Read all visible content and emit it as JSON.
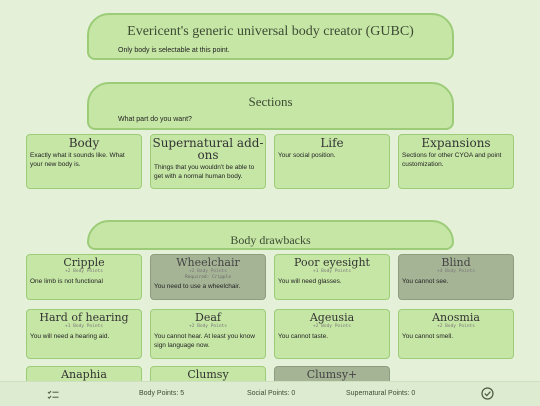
{
  "header": {
    "title": "Evericent's generic universal body creator (GUBC)",
    "subtitle": "Only body is selectable at this point."
  },
  "sections": {
    "title": "Sections",
    "desc": "What part do you want?",
    "cards": [
      {
        "title": "Body",
        "desc": "Exactly what it sounds like. What your new body is."
      },
      {
        "title": "Supernatural add-ons",
        "desc": "Things that you wouldn't be able to get with a normal human body."
      },
      {
        "title": "Life",
        "desc": "Your social position."
      },
      {
        "title": "Expansions",
        "desc": "Sections for other CYOA and point customization."
      }
    ]
  },
  "drawbacks": {
    "title": "Body drawbacks",
    "cards": [
      {
        "title": "Cripple",
        "points": "+2 Body Points",
        "req": "",
        "desc": "One limb is not functional",
        "state": "enabled"
      },
      {
        "title": "Wheelchair",
        "points": "+2 Body Points",
        "req": "Required: Cripple",
        "desc": "You need to use a wheelchair.",
        "state": "disabled"
      },
      {
        "title": "Poor eyesight",
        "points": "+1 Body Points",
        "req": "",
        "desc": "You will need glasses.",
        "state": "enabled"
      },
      {
        "title": "Blind",
        "points": "+4 Body Points",
        "req": "",
        "desc": "You cannot see.",
        "state": "disabled"
      },
      {
        "title": "Hard of hearing",
        "points": "+1 Body Points",
        "req": "",
        "desc": "You will need a hearing aid.",
        "state": "enabled"
      },
      {
        "title": "Deaf",
        "points": "+2 Body Points",
        "req": "",
        "desc": "You cannot hear. At least you know sign language now.",
        "state": "enabled"
      },
      {
        "title": "Ageusia",
        "points": "+2 Body Points",
        "req": "",
        "desc": "You cannot taste.",
        "state": "enabled"
      },
      {
        "title": "Anosmia",
        "points": "+2 Body Points",
        "req": "",
        "desc": "You cannot smell.",
        "state": "enabled"
      },
      {
        "title": "Anaphia",
        "points": "",
        "req": "",
        "desc": "",
        "state": "enabled"
      },
      {
        "title": "Clumsy",
        "points": "",
        "req": "",
        "desc": "",
        "state": "enabled"
      },
      {
        "title": "Clumsy+",
        "points": "",
        "req": "",
        "desc": "",
        "state": "disabled"
      }
    ]
  },
  "bottombar": {
    "body_points": "Body Points: 5",
    "social_points": "Social Points: 0",
    "supernatural_points": "Supernatural Points: 0",
    "left_icon": "list-check-icon",
    "right_icon": "check-circle-icon"
  },
  "colors": {
    "background": "#e4f0d8",
    "panel": "#c6e6a6",
    "border": "#9ccc78",
    "disabled": "#a6b496"
  }
}
